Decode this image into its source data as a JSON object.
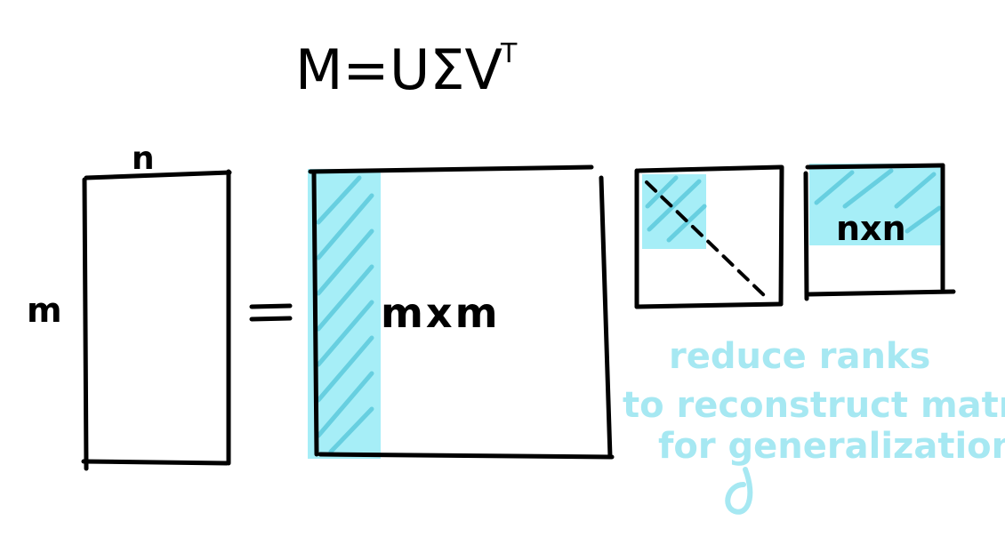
{
  "equation": {
    "lhs": "M=",
    "rhs": "UΣV",
    "sup": "T"
  },
  "input_matrix": {
    "cols_label": "n",
    "rows_label": "m"
  },
  "equals_sign": "=",
  "u_matrix": {
    "label": "mxm"
  },
  "v_matrix": {
    "label": "nxn"
  },
  "note": {
    "lines": [
      "reduce ranks",
      "to reconstruct matrix",
      "for generalization"
    ]
  },
  "colors": {
    "ink": "#000000",
    "highlight": "#a6eef7",
    "hatch": "#5cc9dc",
    "note": "#a6e8f2"
  }
}
